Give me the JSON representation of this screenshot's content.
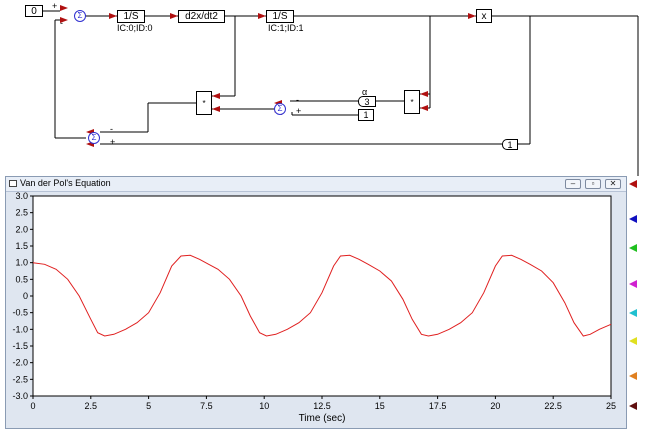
{
  "blocks": {
    "const0": "0",
    "int1": "1/S",
    "int1_ic": "IC:0;ID:0",
    "deriv": "d2x/dt2",
    "int2": "1/S",
    "int2_ic": "IC:1;ID:1",
    "out_x": "x",
    "mult1": "*",
    "mult2": "*",
    "alpha_label": "α",
    "alpha_val": "3",
    "const1a": "1",
    "const1b": "1",
    "sum_symbol": "Σ"
  },
  "signs": {
    "sum1_top": "+",
    "sum1_bottom": "-",
    "sum2_top": "-",
    "sum2_bottom": "+",
    "sum3_top": "-",
    "sum3_bottom": "+"
  },
  "window": {
    "title": "Van der Pol's Equation",
    "minimize": "–",
    "restore": "▫",
    "close": "✕"
  },
  "colors": {
    "wire": "#000000",
    "arrow": "#b01010",
    "trace": "#e02020",
    "side_markers": [
      "#b01010",
      "#1010c0",
      "#20c020",
      "#d020d0",
      "#20c0d0",
      "#e0e020",
      "#e08020",
      "#601010"
    ]
  },
  "chart_data": {
    "type": "line",
    "title": "",
    "xlabel": "Time (sec)",
    "ylabel": "",
    "xlim": [
      0,
      25
    ],
    "ylim": [
      -3.0,
      3.0
    ],
    "x_ticks": [
      "0",
      "2.5",
      "5",
      "7.5",
      "10",
      "12.5",
      "15",
      "17.5",
      "20",
      "22.5",
      "25"
    ],
    "y_ticks": [
      "3.0",
      "2.5",
      "2.0",
      "1.5",
      "1.0",
      "0.5",
      "0",
      "-0.5",
      "-1.0",
      "-1.5",
      "-2.0",
      "-2.5",
      "-3.0"
    ],
    "grid": false,
    "series": [
      {
        "x": [
          0,
          0.5,
          1.0,
          1.5,
          2.0,
          2.5,
          2.8,
          3.1,
          3.5,
          4.0,
          4.5,
          5.0,
          5.5,
          6.0,
          6.4,
          6.8,
          7.2,
          7.6,
          8.0,
          8.5,
          9.0,
          9.4,
          9.8,
          10.1,
          10.5,
          11.0,
          11.5,
          12.0,
          12.5,
          13.0,
          13.3,
          13.7,
          14.1,
          14.5,
          15.0,
          15.5,
          16.0,
          16.4,
          16.8,
          17.1,
          17.5,
          18.0,
          18.5,
          19.0,
          19.5,
          20.0,
          20.3,
          20.7,
          21.1,
          21.5,
          22.0,
          22.5,
          23.0,
          23.4,
          23.8,
          24.1,
          24.5,
          25.0
        ],
        "y": [
          1.0,
          0.95,
          0.8,
          0.5,
          0.0,
          -0.7,
          -1.1,
          -1.2,
          -1.15,
          -1.0,
          -0.8,
          -0.5,
          0.1,
          0.9,
          1.2,
          1.22,
          1.1,
          0.95,
          0.8,
          0.5,
          0.0,
          -0.6,
          -1.1,
          -1.2,
          -1.15,
          -1.0,
          -0.8,
          -0.5,
          0.1,
          0.9,
          1.2,
          1.22,
          1.1,
          0.95,
          0.75,
          0.45,
          -0.1,
          -0.7,
          -1.15,
          -1.2,
          -1.15,
          -1.0,
          -0.8,
          -0.5,
          0.1,
          0.9,
          1.2,
          1.22,
          1.1,
          0.95,
          0.75,
          0.4,
          -0.2,
          -0.8,
          -1.2,
          -1.15,
          -1.0,
          -0.85
        ]
      }
    ]
  }
}
